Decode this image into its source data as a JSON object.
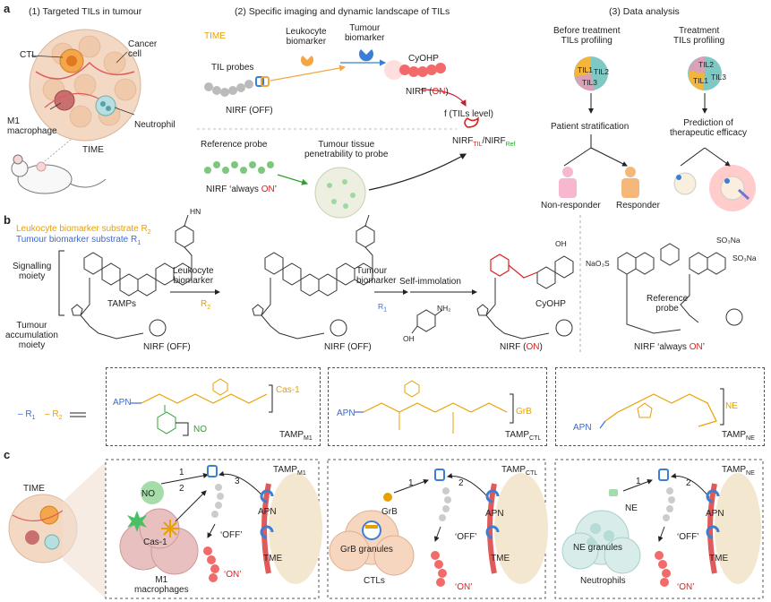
{
  "panel_a": {
    "label": "a",
    "sec1_title": "(1) Targeted TILs in tumour",
    "sec2_title": "(2) Specific imaging and dynamic landscape of TILs",
    "sec3_title": "(3) Data analysis",
    "ctl": "CTL",
    "cancer_cell": "Cancer\ncell",
    "m1": "M1\nmacrophage",
    "neutrophil": "Neutrophil",
    "time": "TIME",
    "time2": "TIME",
    "leuk_biomarker": "Leukocyte\nbiomarker",
    "tumour_biomarker": "Tumour\nbiomarker",
    "til_probes": "TIL probes",
    "cyohp": "CyOHP",
    "nirf_off": "NIRF (OFF)",
    "nirf_on_pre": "NIRF (",
    "nirf_on_word": "ON",
    "nirf_on_post": ")",
    "f_tils": "f (TILs level)",
    "ratio_pre": "NIRF",
    "ratio_sub1": "TIL",
    "ratio_mid": "/NIRF",
    "ratio_sub2": "Ref",
    "reference_probe": "Reference probe",
    "penetrability": "Tumour tissue\npenetrability to probe",
    "nirf_always_pre": "NIRF ‘always ",
    "nirf_always_on": "ON",
    "nirf_always_post": "’",
    "before_treat": "Before treatment\nTILs profiling",
    "treatment": "Treatment\nTILs profiling",
    "til1": "TIL1",
    "til2": "TIL2",
    "til3": "TIL3",
    "patient_strat": "Patient stratification",
    "prediction": "Prediction of\ntherapeutic efficacy",
    "non_responder": "Non-responder",
    "responder": "Responder"
  },
  "panel_b": {
    "label": "b",
    "leuk_sub": "Leukocyte biomarker substrate",
    "r2": "R",
    "r2_sub": "2",
    "tum_sub": "Tumour biomarker substrate",
    "r1": "R",
    "r1_sub": "1",
    "signalling": "Signalling\nmoiety",
    "accum": "Tumour\naccumulation\nmoiety",
    "tamps": "TAMPs",
    "nirf_off1": "NIRF (OFF)",
    "nirf_off2": "NIRF (OFF)",
    "leuk_biomarker": "Leukocyte\nbiomarker",
    "tumour_biomarker": "Tumour\nbiomarker",
    "self_imm": "Self-immolation",
    "cyohp": "CyOHP",
    "nirf_on_pre": "NIRF (",
    "nirf_on_word": "ON",
    "nirf_on_post": ")",
    "ref_probe": "Reference\nprobe",
    "nirf_always_pre": "NIRF ‘always ",
    "nirf_always_on": "ON",
    "nirf_always_post": "’",
    "so3na_1": "SO₃Na",
    "so3na_2": "SO₃Na",
    "nao3s": "NaO₃S",
    "hn": "HN",
    "oh": "OH",
    "nh2": "NH₂",
    "r2_arrow": "R",
    "r2_arrow_sub": "2",
    "r1_arrow": "R",
    "r1_arrow_sub": "1",
    "legend_r1": "– R",
    "legend_r1_sub": "1",
    "legend_r2": "– R",
    "legend_r2_sub": "2",
    "apn1": "APN",
    "apn2": "APN",
    "apn3": "APN",
    "cas1": "Cas-1",
    "no": "NO",
    "grb": "GrB",
    "ne": "NE",
    "tamp_m1": "TAMP",
    "tamp_m1_sub": "M1",
    "tamp_ctl": "TAMP",
    "tamp_ctl_sub": "CTL",
    "tamp_ne": "TAMP",
    "tamp_ne_sub": "NE"
  },
  "panel_c": {
    "label": "c",
    "time": "TIME",
    "tamp_m1": "TAMP",
    "tamp_m1_sub": "M1",
    "tamp_ctl": "TAMP",
    "tamp_ctl_sub": "CTL",
    "tamp_ne": "TAMP",
    "tamp_ne_sub": "NE",
    "no": "NO",
    "cas1": "Cas-1",
    "m1_macrophages": "M1\nmacrophages",
    "apn1": "APN",
    "apn2": "APN",
    "apn3": "APN",
    "tme1": "TME",
    "tme2": "TME",
    "tme3": "TME",
    "off1": "‘OFF’",
    "off2": "‘OFF’",
    "off3": "‘OFF’",
    "on1": "‘ON’",
    "on2": "‘ON’",
    "on3": "‘ON’",
    "grb": "GrB",
    "grb_granules": "GrB granules",
    "ctls": "CTLs",
    "ne": "NE",
    "ne_granules": "NE granules",
    "neutrophils": "Neutrophils",
    "s1": "1",
    "s2": "2",
    "s3": "3",
    "s4": "1",
    "s5": "2",
    "s6": "1",
    "s7": "2"
  },
  "colors": {
    "red": "#e02020",
    "orange": "#e8a000",
    "blue": "#3a6ad8",
    "green": "#30a030"
  }
}
